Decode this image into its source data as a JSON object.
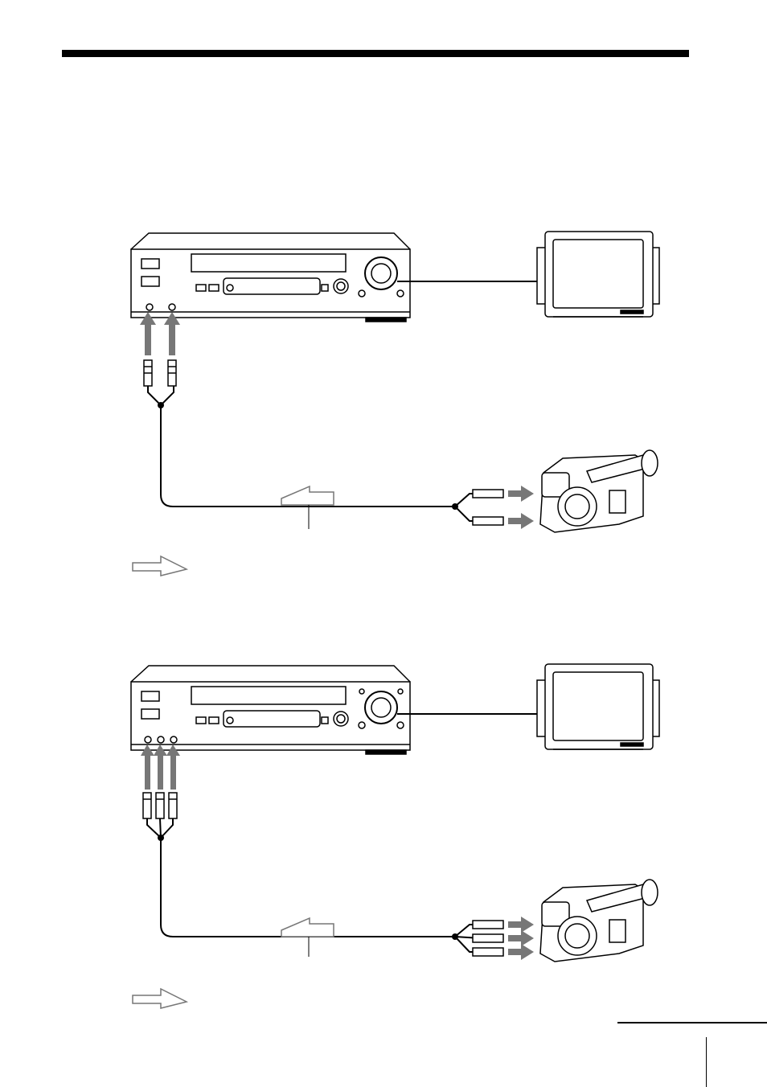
{
  "page": {
    "background": "#ffffff",
    "rule_color": "#000000",
    "arrow_color": "#777777"
  },
  "diagrams": [
    {
      "name": "mono-connection",
      "plug_count": 2
    },
    {
      "name": "stereo-connection",
      "plug_count": 3
    }
  ],
  "icons": [
    "vcr-icon",
    "tv-icon",
    "camcorder-icon",
    "flow-arrow-icon",
    "rca-plug-icon"
  ]
}
